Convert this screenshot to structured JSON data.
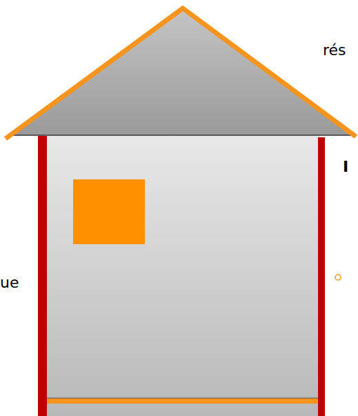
{
  "diagram": {
    "labels": [
      "rés",
      "I",
      "ue"
    ]
  }
}
